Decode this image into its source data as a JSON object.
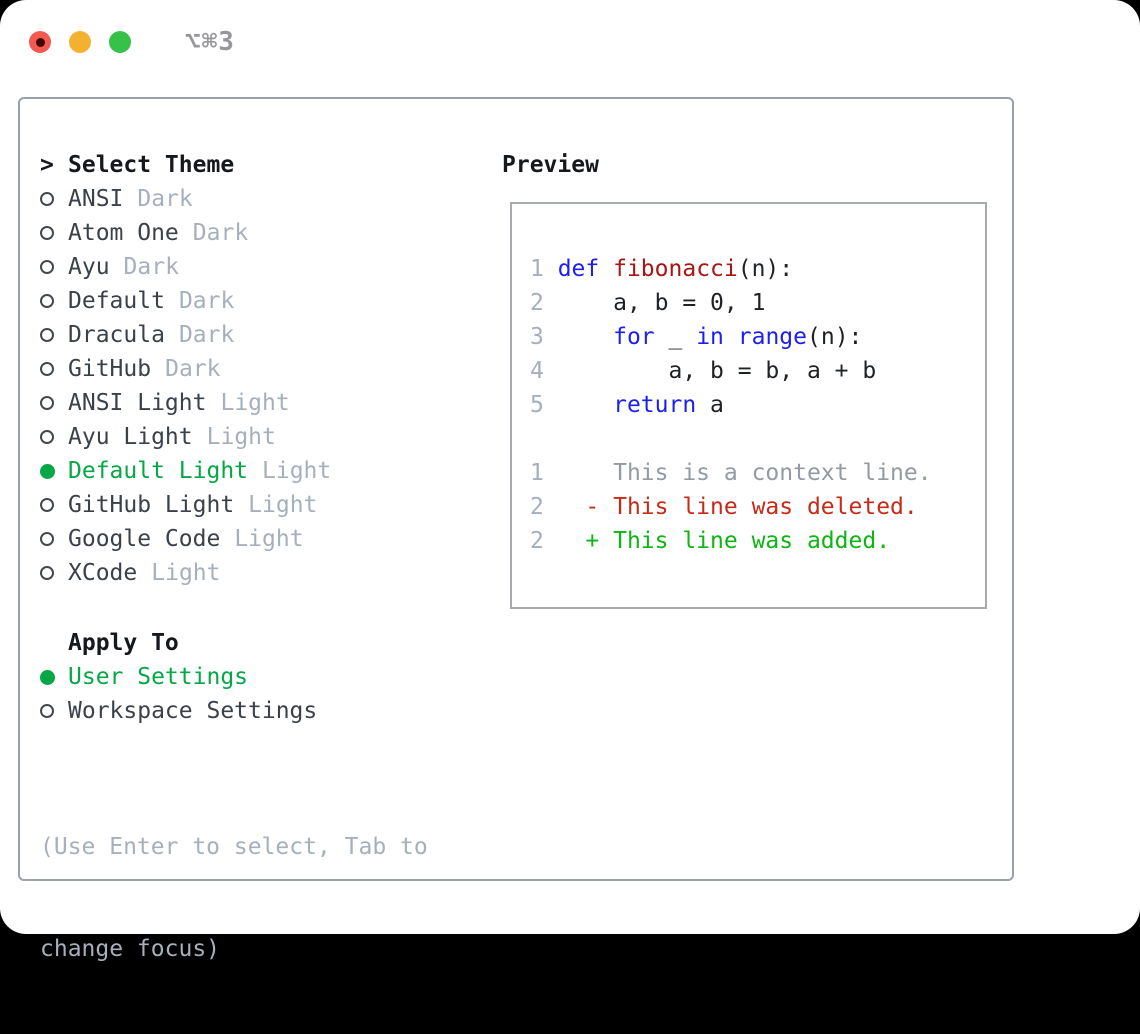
{
  "window": {
    "title": "⌥⌘3"
  },
  "theme_list": {
    "cursor": ">",
    "heading": "Select Theme",
    "items": [
      {
        "name": "ANSI",
        "tag": "Dark",
        "selected": false
      },
      {
        "name": "Atom One",
        "tag": "Dark",
        "selected": false
      },
      {
        "name": "Ayu",
        "tag": "Dark",
        "selected": false
      },
      {
        "name": "Default",
        "tag": "Dark",
        "selected": false
      },
      {
        "name": "Dracula",
        "tag": "Dark",
        "selected": false
      },
      {
        "name": "GitHub",
        "tag": "Dark",
        "selected": false
      },
      {
        "name": "ANSI Light",
        "tag": "Light",
        "selected": false
      },
      {
        "name": "Ayu Light",
        "tag": "Light",
        "selected": false
      },
      {
        "name": "Default Light",
        "tag": "Light",
        "selected": true
      },
      {
        "name": "GitHub Light",
        "tag": "Light",
        "selected": false
      },
      {
        "name": "Google Code",
        "tag": "Light",
        "selected": false
      },
      {
        "name": "XCode",
        "tag": "Light",
        "selected": false
      }
    ]
  },
  "apply_to": {
    "heading": "Apply To",
    "options": [
      {
        "label": "User Settings",
        "selected": true
      },
      {
        "label": "Workspace Settings",
        "selected": false
      }
    ]
  },
  "help": {
    "line1": "(Use Enter to select, Tab to",
    "line2": "change focus)"
  },
  "preview": {
    "heading": "Preview",
    "code_lines": [
      {
        "num": "1",
        "segs": [
          {
            "t": "def",
            "c": "kw"
          },
          {
            "t": " "
          },
          {
            "t": "fibonacci",
            "c": "fn"
          },
          {
            "t": "(n):"
          }
        ]
      },
      {
        "num": "2",
        "segs": [
          {
            "t": "    a, b = 0, 1"
          }
        ]
      },
      {
        "num": "3",
        "segs": [
          {
            "t": "    "
          },
          {
            "t": "for",
            "c": "kw"
          },
          {
            "t": " _ "
          },
          {
            "t": "in",
            "c": "kw"
          },
          {
            "t": " "
          },
          {
            "t": "range",
            "c": "kw"
          },
          {
            "t": "(n):"
          }
        ]
      },
      {
        "num": "4",
        "segs": [
          {
            "t": "        a, b = b, a + b"
          }
        ]
      },
      {
        "num": "5",
        "segs": [
          {
            "t": "    "
          },
          {
            "t": "return",
            "c": "kw"
          },
          {
            "t": " a"
          }
        ]
      }
    ],
    "diff_lines": [
      {
        "num": "1",
        "segs": [
          {
            "t": "    This is a context line.",
            "c": "ctx"
          }
        ]
      },
      {
        "num": "2",
        "segs": [
          {
            "t": "  - This line was deleted.",
            "c": "del"
          }
        ]
      },
      {
        "num": "2",
        "segs": [
          {
            "t": "  + This line was added.",
            "c": "add"
          }
        ]
      }
    ]
  },
  "colors": {
    "selection_green": "#06a747",
    "added_green": "#0fb513",
    "deleted_red": "#c52b17",
    "keyword_blue": "#1c1ef2",
    "function_red": "#a91515",
    "line_number_gray": "#a4afbe",
    "context_gray": "#929aa4",
    "tag_gray": "#a6b0bd",
    "help_gray": "#a6b0bd",
    "heading_black": "#15181c",
    "item_dark": "#3b414b",
    "code_dark": "#1e2125",
    "ring_border": "#43494f",
    "panel_border": "#99a1ad",
    "preview_border": "#a7aaaf",
    "title_gray": "#97979b",
    "traffic_red": "#f25951",
    "traffic_red_dot": "#400705",
    "traffic_yellow": "#f4b12f",
    "traffic_green": "#36c148"
  }
}
